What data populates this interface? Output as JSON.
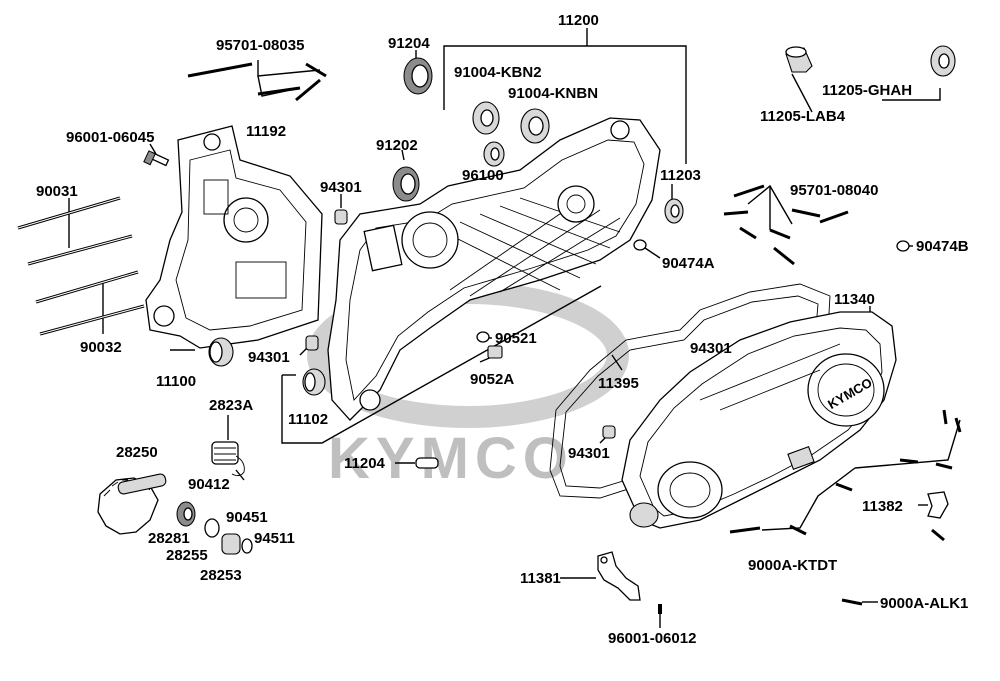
{
  "watermark": {
    "text": "KYMCO",
    "color": "#bfbfbf"
  },
  "cover_brand": "KYMCO",
  "labels": {
    "p11200": "11200",
    "p95701_08035": "95701-08035",
    "p91204": "91204",
    "p91004_kbn2": "91004-KBN2",
    "p91004_knbn": "91004-KNBN",
    "p11205_ghah": "11205-GHAH",
    "p11205_lab4": "11205-LAB4",
    "p96001_06045": "96001-06045",
    "p11192": "11192",
    "p91202": "91202",
    "p96100": "96100",
    "p11203": "11203",
    "p94301_a": "94301",
    "p95701_08040": "95701-08040",
    "p90031": "90031",
    "p90474a": "90474A",
    "p90474b": "90474B",
    "p11340": "11340",
    "p90521": "90521",
    "p94301_b": "94301",
    "p94301_c": "94301",
    "p90032": "90032",
    "p9052a": "9052A",
    "p11395": "11395",
    "p11100": "11100",
    "p11102": "11102",
    "p2823a": "2823A",
    "p94301_d": "94301",
    "p28250": "28250",
    "p11204": "11204",
    "p90412": "90412",
    "p11382": "11382",
    "p90451": "90451",
    "p28281": "28281",
    "p94511": "94511",
    "p28255": "28255",
    "p28253": "28253",
    "p9000a_ktdt": "9000A-KTDT",
    "p11381": "11381",
    "p9000a_alk1": "9000A-ALK1",
    "p96001_06012": "96001-06012"
  }
}
